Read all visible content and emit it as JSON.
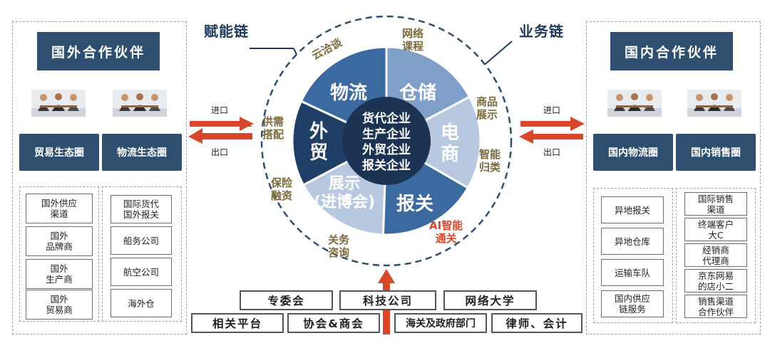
{
  "left": {
    "title": "国外合作伙伴",
    "col1": "贸易生态圈",
    "col2": "物流生态圈",
    "col1_items": [
      "国外供应\n渠道",
      "国外\n品牌商",
      "国外\n生产商",
      "国外\n贸易商"
    ],
    "col2_items": [
      "国际货代\n国外报关",
      "船务公司",
      "航空公司",
      "海外仓"
    ]
  },
  "right": {
    "title": "国内合作伙伴",
    "col1": "国内物流圈",
    "col2": "国内销售圈",
    "col1_items": [
      "异地报关",
      "异地仓库",
      "运输车队",
      "国内供应\n链服务"
    ],
    "col2_items": [
      "国际销售\n渠道",
      "终端客户\n大C",
      "经销商\n代理商",
      "京东网易\n的店小二",
      "销售渠道\n合作伙伴"
    ]
  },
  "arrows": {
    "left_in": "进口",
    "left_out": "出口",
    "right_in": "进口",
    "right_out": "出口"
  },
  "chains": {
    "left": "赋能链",
    "right": "业务链"
  },
  "center": {
    "core": [
      "货代企业",
      "生产企业",
      "外贸企业",
      "报关企业"
    ],
    "segments": {
      "logistics": "物流",
      "warehouse": "仓储",
      "ecommerce": "电\n商",
      "customs": "报关",
      "expo": "展示\n(进博会)",
      "trade": "外\n贸"
    },
    "ring": {
      "cloud_talk": "云洽谈",
      "online_course": "网络\n课程",
      "product_display": "商品\n展示",
      "smart_classify": "智能\n归类",
      "ai_clearance": "AI智能\n通关",
      "customs_consult": "关务\n咨询",
      "insurance_finance": "保险\n融资",
      "supply_match": "供需\n搭配"
    }
  },
  "bottom": {
    "row1": [
      "专委会",
      "科技公司",
      "网络大学"
    ],
    "row2": [
      "相关平台",
      "协会&商会",
      "海关及政府部门",
      "律师、会计"
    ]
  },
  "colors": {
    "navy": "#2e4f70",
    "seg_dark": "#1f3f66",
    "seg_mid": "#3a6aa0",
    "seg_light": "#7f9fc8",
    "seg_pale": "#b8c8e0",
    "core": "#1c3354",
    "accent_red": "#d9472b",
    "ring_text": "#7a6a3a"
  }
}
